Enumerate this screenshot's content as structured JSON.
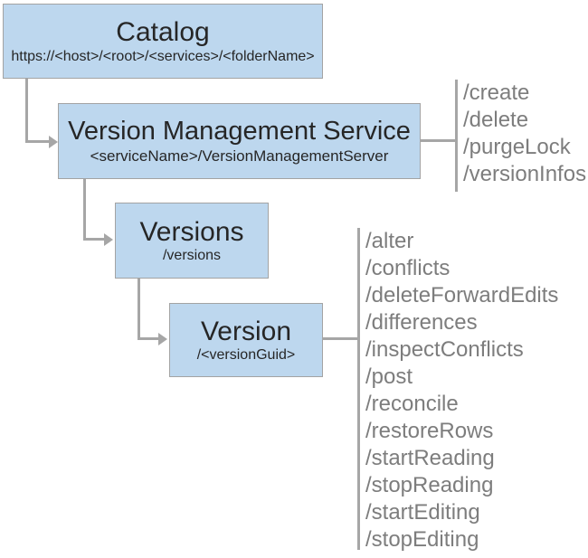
{
  "nodes": [
    {
      "title": "Catalog",
      "subtitle": "https://<host>/<root>/<services>/<folderName>"
    },
    {
      "title": "Version Management Service",
      "subtitle": "<serviceName>/VersionManagementServer"
    },
    {
      "title": "Versions",
      "subtitle": "/versions"
    },
    {
      "title": "Version",
      "subtitle": "/<versionGuid>"
    }
  ],
  "vms_operations": [
    "/create",
    "/delete",
    "/purgeLock",
    "/versionInfos"
  ],
  "version_operations": [
    "/alter",
    "/conflicts",
    "/deleteForwardEdits",
    "/differences",
    "/inspectConflicts",
    "/post",
    "/reconcile",
    "/restoreRows",
    "/startReading",
    "/stopReading",
    "/startEditing",
    "/stopEditing"
  ],
  "colors": {
    "node_fill": "#bdd7ee",
    "node_border": "#a3a3a3",
    "connector": "#a6a6a6",
    "title_text": "#262626",
    "operation_text": "#7d7d7d"
  }
}
